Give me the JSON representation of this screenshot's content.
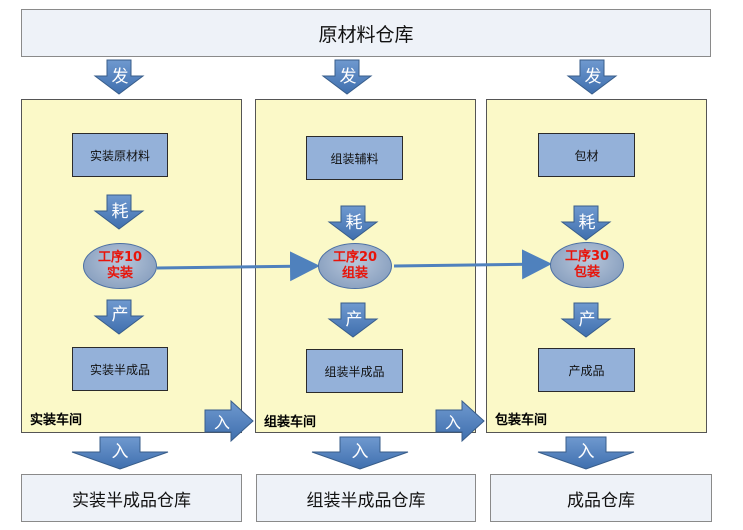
{
  "top_warehouse": "原材料仓库",
  "arrows": {
    "issue": "发",
    "consume": "耗",
    "produce": "产",
    "enter": "入"
  },
  "workshops": [
    {
      "label": "实装车间",
      "input": "实装原材料",
      "op_line1": "工序10",
      "op_line2": "实装",
      "output": "实装半成品"
    },
    {
      "label": "组装车间",
      "input": "组装辅料",
      "op_line1": "工序20",
      "op_line2": "组装",
      "output": "组装半成品"
    },
    {
      "label": "包装车间",
      "input": "包材",
      "op_line1": "工序30",
      "op_line2": "包装",
      "output": "产成品"
    }
  ],
  "bottom_warehouses": [
    "实装半成品仓库",
    "组装半成品仓库",
    "成品仓库"
  ],
  "colors": {
    "arrow_fill": "#4f81bd",
    "arrow_stroke": "#385d8a",
    "op_text": "#e8140a",
    "workshop_bg": "#fbf9c8",
    "box_fill": "#94b1d9"
  }
}
